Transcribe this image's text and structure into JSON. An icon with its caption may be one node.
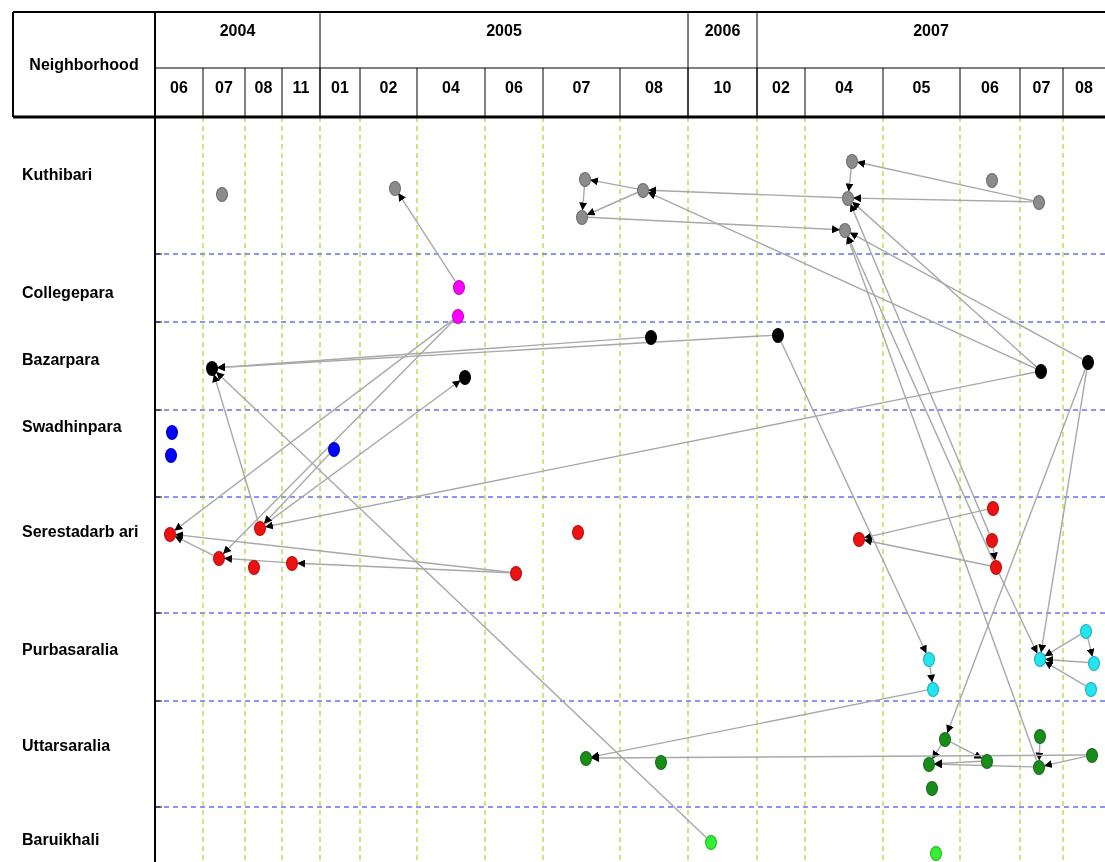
{
  "diagram": {
    "nodes": [
      {
        "text": [],
        "shape": "circle"
      },
      {
        "text": [],
        "shape": "circle"
      },
      {
        "text": [],
        "shape": "circle"
      },
      {
        "text": [],
        "shape": "circle"
      },
      {
        "text": [],
        "shape": "circle"
      },
      {
        "text": [],
        "shape": "circle"
      },
      {
        "text": [],
        "shape": "circle"
      },
      {
        "text": [],
        "shape": "circle"
      },
      {
        "text": [],
        "shape": "circle"
      },
      {
        "text": [],
        "shape": "circle"
      },
      {
        "text": [],
        "shape": "circle"
      },
      {
        "text": [],
        "shape": "circle"
      },
      {
        "text": [],
        "shape": "circle"
      },
      {
        "text": [],
        "shape": "circle"
      },
      {
        "text": [],
        "shape": "circle"
      },
      {
        "text": [],
        "shape": "circle"
      },
      {
        "text": [],
        "shape": "circle"
      },
      {
        "text": [],
        "shape": "circle"
      },
      {
        "text": [],
        "shape": "circle"
      },
      {
        "text": [],
        "shape": "circle"
      },
      {
        "text": [],
        "shape": "circle"
      },
      {
        "text": [],
        "shape": "circle"
      },
      {
        "text": [],
        "shape": "circle"
      },
      {
        "text": [],
        "shape": "circle"
      },
      {
        "text": [],
        "shape": "circle"
      },
      {
        "text": [],
        "shape": "circle"
      },
      {
        "text": [],
        "shape": "circle"
      },
      {
        "text": [],
        "shape": "circle"
      },
      {
        "text": [],
        "shape": "circle"
      },
      {
        "text": [],
        "shape": "circle"
      },
      {
        "text": [],
        "shape": "circle"
      },
      {
        "text": [],
        "shape": "circle"
      },
      {
        "text": [],
        "shape": "circle"
      },
      {
        "text": [],
        "shape": "circle"
      },
      {
        "text": [],
        "shape": "circle"
      },
      {
        "text": [],
        "shape": "circle"
      },
      {
        "text": [],
        "shape": "circle"
      },
      {
        "text": [],
        "shape": "circle"
      },
      {
        "text": [],
        "shape": "circle"
      },
      {
        "text": [],
        "shape": "circle"
      },
      {
        "text": [],
        "shape": "circle"
      },
      {
        "text": [],
        "shape": "circle"
      },
      {
        "text": [],
        "shape": "circle"
      },
      {
        "text": [],
        "shape": "circle"
      },
      {
        "text": [],
        "shape": "circle"
      },
      {
        "text": [],
        "shape": "circle"
      },
      {
        "text": [],
        "shape": "circle"
      },
      {
        "text": [],
        "shape": "circle"
      },
      {
        "text": [],
        "shape": "circle"
      }
    ],
    "edges": [
      {
        "from": 10,
        "to": 1,
        "arrow": "to"
      },
      {
        "from": 9,
        "to": 5,
        "arrow": "to"
      },
      {
        "from": 5,
        "to": 6,
        "arrow": "to"
      },
      {
        "from": 9,
        "to": 6,
        "arrow": "to"
      },
      {
        "from": 6,
        "to": 4,
        "arrow": "to"
      },
      {
        "from": 4,
        "to": 2,
        "arrow": "to"
      },
      {
        "from": 2,
        "to": 3,
        "arrow": "to"
      },
      {
        "from": 4,
        "to": 3,
        "arrow": "to"
      },
      {
        "from": 3,
        "to": 7,
        "arrow": "to"
      },
      {
        "from": 16,
        "to": 4,
        "arrow": "to"
      },
      {
        "from": 16,
        "to": 6,
        "arrow": "to"
      },
      {
        "from": 17,
        "to": 7,
        "arrow": "to"
      },
      {
        "from": 30,
        "to": 6,
        "arrow": "to"
      },
      {
        "from": 31,
        "to": 7,
        "arrow": "to"
      },
      {
        "from": 44,
        "to": 7,
        "arrow": "to"
      },
      {
        "from": 14,
        "to": 12,
        "arrow": "to"
      },
      {
        "from": 15,
        "to": 12,
        "arrow": "to"
      },
      {
        "from": 47,
        "to": 12,
        "arrow": "to"
      },
      {
        "from": 22,
        "to": 12,
        "arrow": "to"
      },
      {
        "from": 22,
        "to": 13,
        "arrow": "to"
      },
      {
        "from": 11,
        "to": 21,
        "arrow": "to"
      },
      {
        "from": 11,
        "to": 23,
        "arrow": "to"
      },
      {
        "from": 16,
        "to": 22,
        "arrow": "to"
      },
      {
        "from": 20,
        "to": 22,
        "arrow": "to"
      },
      {
        "from": 26,
        "to": 21,
        "arrow": "to"
      },
      {
        "from": 26,
        "to": 25,
        "arrow": "to"
      },
      {
        "from": 25,
        "to": 23,
        "arrow": "to"
      },
      {
        "from": 23,
        "to": 21,
        "arrow": "to"
      },
      {
        "from": 29,
        "to": 28,
        "arrow": "to"
      },
      {
        "from": 31,
        "to": 28,
        "arrow": "to"
      },
      {
        "from": 30,
        "to": 31,
        "arrow": "to"
      },
      {
        "from": 15,
        "to": 32,
        "arrow": "to"
      },
      {
        "from": 32,
        "to": 33,
        "arrow": "to"
      },
      {
        "from": 33,
        "to": 38,
        "arrow": "to"
      },
      {
        "from": 31,
        "to": 34,
        "arrow": "to"
      },
      {
        "from": 35,
        "to": 34,
        "arrow": "to"
      },
      {
        "from": 36,
        "to": 34,
        "arrow": "to"
      },
      {
        "from": 37,
        "to": 34,
        "arrow": "to"
      },
      {
        "from": 35,
        "to": 36,
        "arrow": "to"
      },
      {
        "from": 17,
        "to": 34,
        "arrow": "to"
      },
      {
        "from": 17,
        "to": 40,
        "arrow": "to"
      },
      {
        "from": 41,
        "to": 44,
        "arrow": "to"
      },
      {
        "from": 40,
        "to": 42,
        "arrow": "to"
      },
      {
        "from": 40,
        "to": 43,
        "arrow": "to"
      },
      {
        "from": 43,
        "to": 42,
        "arrow": "to"
      },
      {
        "from": 44,
        "to": 42,
        "arrow": "to"
      },
      {
        "from": 45,
        "to": 44,
        "arrow": "to"
      },
      {
        "from": 45,
        "to": 38,
        "arrow": "to"
      }
    ],
    "labels": [
      "Neighborhood",
      "2004",
      "2005",
      "2006",
      "2007",
      "06",
      "07",
      "08",
      "11",
      "01",
      "02",
      "04",
      "06",
      "07",
      "08",
      "10",
      "02",
      "04",
      "05",
      "06",
      "07",
      "08",
      "Kuthibari",
      "Collegepara",
      "Bazarpara",
      "Swadhinpara",
      "Serestadarb ari",
      "Purbasaralia",
      "Uttarsaralia",
      "Baruikhali"
    ]
  }
}
